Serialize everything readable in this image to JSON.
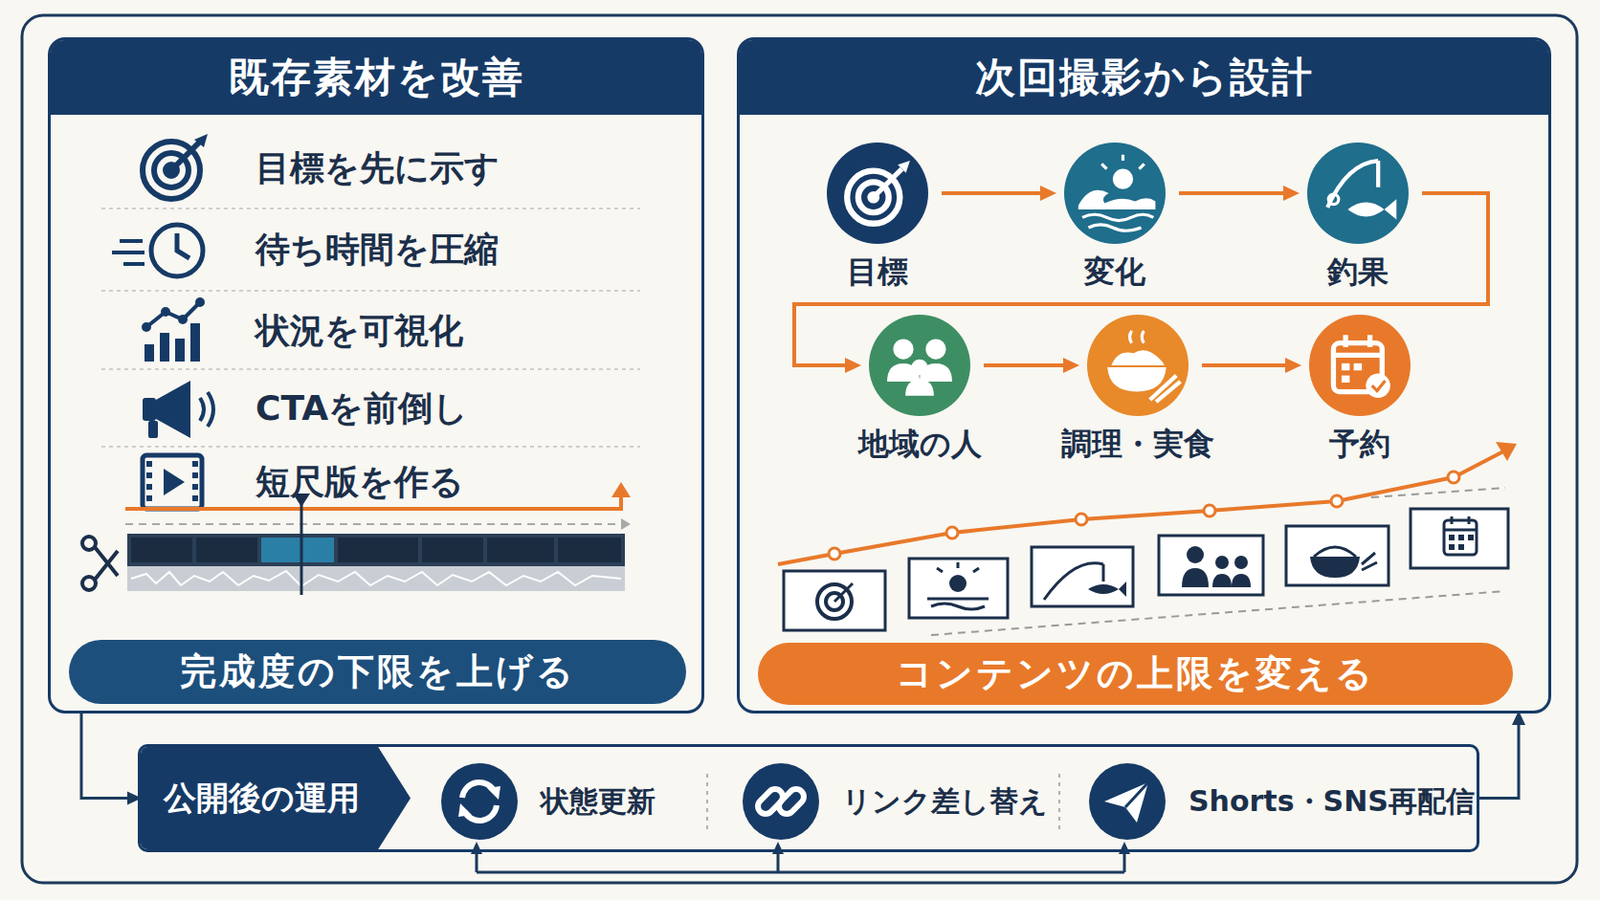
{
  "diagram": {
    "nodes": [
      {
        "text": [
          "既存素材を改善"
        ]
      },
      {
        "text": [
          "完成度の下限を上げる"
        ],
        "in": 0
      },
      {
        "text": [
          "次回撮影から設計"
        ]
      },
      {
        "text": [
          "目標"
        ],
        "in": 2
      },
      {
        "text": [
          "変化"
        ],
        "in": 2
      },
      {
        "text": [
          "釣果"
        ],
        "in": 2
      },
      {
        "text": [
          "地域の人"
        ],
        "in": 2
      },
      {
        "text": [
          "調理・実食"
        ],
        "in": 2
      },
      {
        "text": [
          "予約"
        ],
        "in": 2
      },
      {
        "text": [
          "コンテンツの上限を変える"
        ],
        "in": 2
      },
      {
        "text": [
          "公開後の運用"
        ]
      },
      {
        "text": [
          "状態更新"
        ],
        "in": 10
      },
      {
        "text": [
          "リンク差し替え"
        ],
        "in": 10
      },
      {
        "text": [
          "Shorts・SNS再配信"
        ],
        "in": 10
      }
    ],
    "edges": [
      {
        "from": 3,
        "to": 4,
        "arrow": "to"
      },
      {
        "from": 4,
        "to": 5,
        "arrow": "to"
      },
      {
        "from": 5,
        "to": 6,
        "arrow": "to"
      },
      {
        "from": 6,
        "to": 7,
        "arrow": "to"
      },
      {
        "from": 7,
        "to": 8,
        "arrow": "to"
      },
      {
        "from": 0,
        "to": 10,
        "arrow": "to"
      },
      {
        "from": 10,
        "to": 2,
        "arrow": "to"
      }
    ],
    "labels": [
      "目標を先に示す",
      "待ち時間を圧縮",
      "状況を可視化",
      "CTAを前倒し",
      "短尺版を作る"
    ]
  }
}
